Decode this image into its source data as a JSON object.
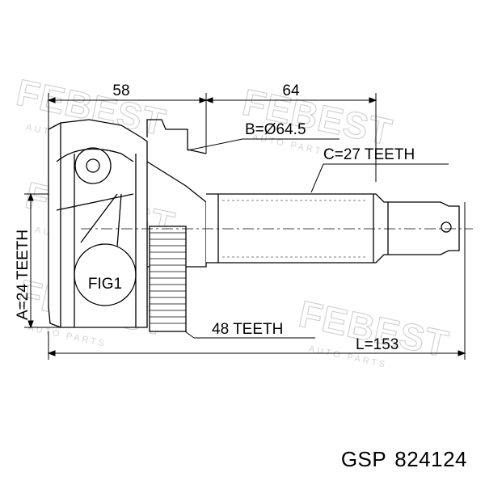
{
  "diagram": {
    "dim_left": "58",
    "dim_right": "64",
    "diameter": "B=Ø64.5",
    "teeth_c": "C=27 TEETH",
    "teeth_a": "A=24 TEETH",
    "fig": "FIG1",
    "teeth_abs": "48 TEETH",
    "length": "L=153"
  },
  "watermark": {
    "brand": "FEBEST",
    "sub": "AUTO PARTS"
  },
  "caption": {
    "brand": "GSP",
    "part_number": "824124"
  }
}
